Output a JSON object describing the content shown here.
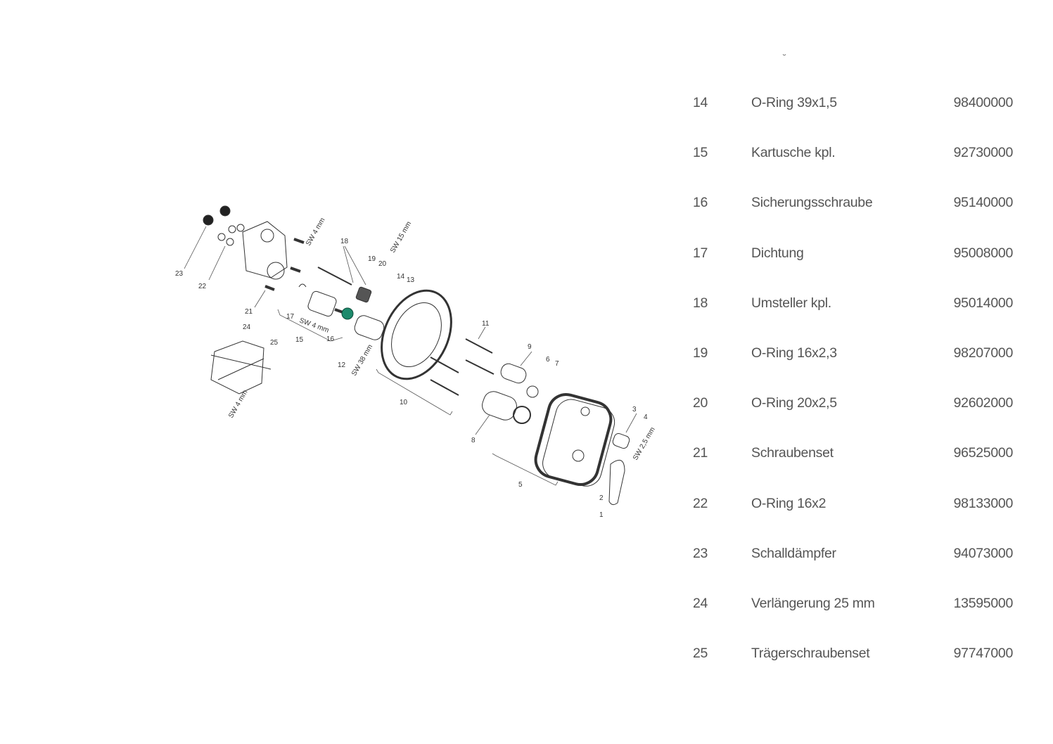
{
  "top_fragment": "˘",
  "parts": [
    {
      "num": "14",
      "desc": "O-Ring 39x1,5",
      "part_no": "98400000"
    },
    {
      "num": "15",
      "desc": "Kartusche kpl.",
      "part_no": "92730000"
    },
    {
      "num": "16",
      "desc": "Sicherungsschraube",
      "part_no": "95140000"
    },
    {
      "num": "17",
      "desc": "Dichtung",
      "part_no": "95008000"
    },
    {
      "num": "18",
      "desc": "Umsteller kpl.",
      "part_no": "95014000"
    },
    {
      "num": "19",
      "desc": "O-Ring 16x2,3",
      "part_no": "98207000"
    },
    {
      "num": "20",
      "desc": "O-Ring 20x2,5",
      "part_no": "92602000"
    },
    {
      "num": "21",
      "desc": "Schraubenset",
      "part_no": "96525000"
    },
    {
      "num": "22",
      "desc": "O-Ring 16x2",
      "part_no": "98133000"
    },
    {
      "num": "23",
      "desc": "Schalldämpfer",
      "part_no": "94073000"
    },
    {
      "num": "24",
      "desc": "Verlängerung 25 mm",
      "part_no": "13595000"
    },
    {
      "num": "25",
      "desc": "Trägerschraubenset",
      "part_no": "97747000"
    }
  ],
  "diagram": {
    "callouts": [
      "23",
      "22",
      "21",
      "24",
      "25",
      "17",
      "15",
      "16",
      "18",
      "19",
      "20",
      "14",
      "13",
      "12",
      "10",
      "11",
      "9",
      "6",
      "7",
      "8",
      "5",
      "3",
      "4",
      "2",
      "1"
    ],
    "tool_labels": [
      "SW 4 mm",
      "SW 15 mm",
      "SW 4 mm",
      "SW 38 mm",
      "SW 4 mm",
      "SW 2,5 mm"
    ],
    "highlight_color": "#1d8a6c"
  }
}
